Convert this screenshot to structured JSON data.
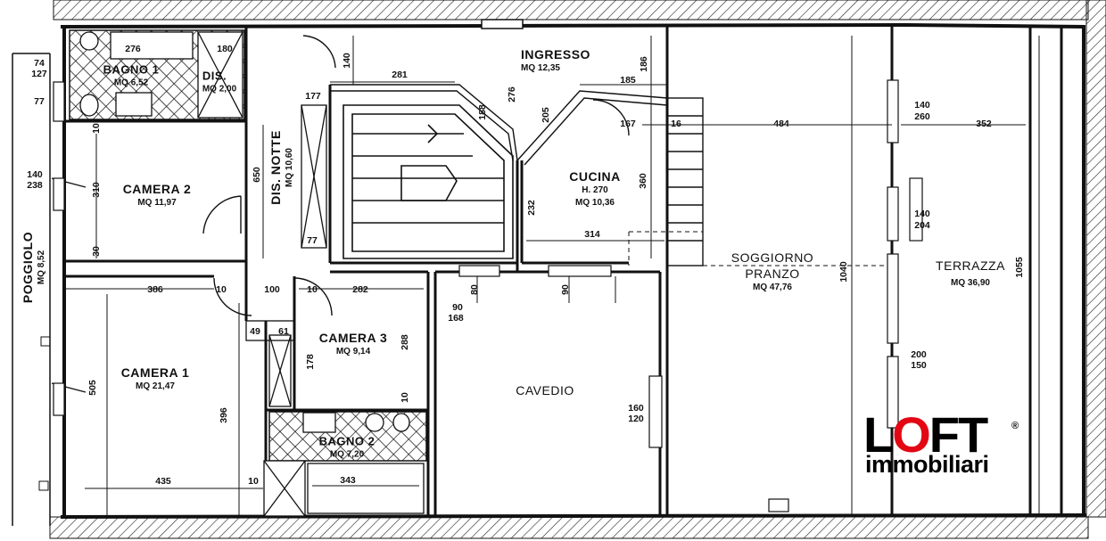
{
  "rooms": [
    {
      "id": "bagno1",
      "name": "BAGNO 1",
      "area": "MQ 6,52"
    },
    {
      "id": "dis",
      "name": "DIS.",
      "area": "MQ 2,00"
    },
    {
      "id": "ingresso",
      "name": "INGRESSO",
      "area": "MQ 12,35"
    },
    {
      "id": "camera2",
      "name": "CAMERA 2",
      "area": "MQ 11,97"
    },
    {
      "id": "disnotte",
      "name": "DIS. NOTTE",
      "area": "MQ 10,60"
    },
    {
      "id": "cucina",
      "name": "CUCINA",
      "height": "H. 270",
      "area": "MQ 10,36"
    },
    {
      "id": "soggiorno",
      "name": "SOGGIORNO",
      "name2": "PRANZO",
      "area": "MQ 47,76"
    },
    {
      "id": "terrazza",
      "name": "TERRAZZA",
      "area": "MQ 36,90"
    },
    {
      "id": "poggiolo",
      "name": "POGGIOLO",
      "area": "MQ 8,52"
    },
    {
      "id": "camera3",
      "name": "CAMERA 3",
      "area": "MQ 9,14"
    },
    {
      "id": "camera1",
      "name": "CAMERA 1",
      "area": "MQ 21,47"
    },
    {
      "id": "cavedio",
      "name": "CAVEDIO"
    },
    {
      "id": "bagno2",
      "name": "BAGNO 2",
      "area": "MQ 7,20"
    }
  ],
  "dimensions": [
    "276",
    "180",
    "74",
    "127",
    "77",
    "140",
    "281",
    "177",
    "276",
    "188",
    "205",
    "185",
    "186",
    "167",
    "16",
    "484",
    "352",
    "140",
    "260",
    "10",
    "310",
    "650",
    "140",
    "238",
    "232",
    "360",
    "30",
    "314",
    "77",
    "386",
    "10",
    "100",
    "10",
    "282",
    "90",
    "168",
    "80",
    "90",
    "140",
    "204",
    "1040",
    "1055",
    "49",
    "61",
    "288",
    "178",
    "505",
    "396",
    "10",
    "435",
    "10",
    "343",
    "160",
    "120",
    "200",
    "150"
  ],
  "logo": {
    "text_main": "LOFT",
    "text_sub": "immobiliari",
    "registered": "®",
    "accent_color": "#e30613"
  }
}
